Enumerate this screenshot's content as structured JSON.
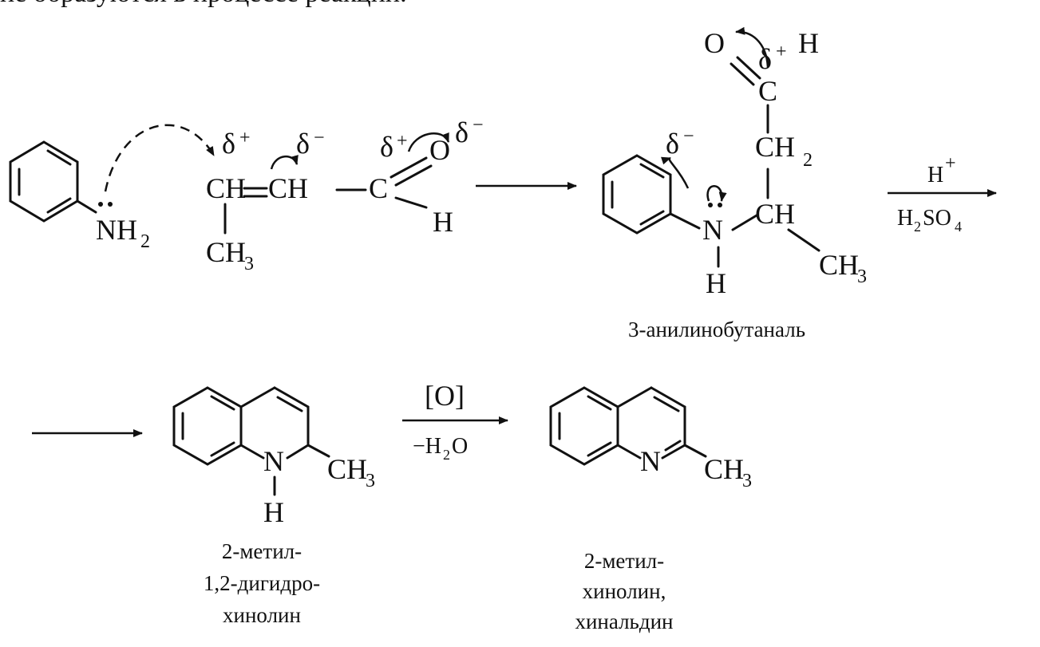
{
  "header_fragment": "не образуются в процессе реакции.",
  "reactant1": {
    "amine": "N",
    "amine_sub": "H",
    "amine_sub_n": "2"
  },
  "reactant2": {
    "c1": "CH",
    "c2": "CH",
    "c3": "C",
    "o": "O",
    "h": "H",
    "ch3": "CH",
    "ch3_sub": "3",
    "delta": "δ",
    "plus": "+",
    "minus": "−"
  },
  "intermediate": {
    "o": "O",
    "delta": "δ",
    "plus": "+",
    "minus": "−",
    "h_top": "H",
    "c": "C",
    "ch2": "CH",
    "ch2_sub": "2",
    "n": "N",
    "ch": "CH",
    "ch3": "CH",
    "ch3_sub": "3",
    "nh": "H",
    "name": "3-анилинобутаналь"
  },
  "conditions1": {
    "top": "H",
    "top_sup": "+",
    "bottom": "H",
    "bottom_sub1": "2",
    "bottom_mid": "SO",
    "bottom_sub2": "4"
  },
  "product1": {
    "n": "N",
    "nh": "H",
    "ch3": "CH",
    "ch3_sub": "3",
    "name_lines": [
      "2-метил-",
      "1,2-дигидро-",
      "хинолин"
    ]
  },
  "conditions2": {
    "top": "[O]",
    "bottom": "−H",
    "bottom_sub": "2",
    "bottom_end": "O"
  },
  "product2": {
    "n": "N",
    "ch3": "CH",
    "ch3_sub": "3",
    "name_lines": [
      "2-метил-",
      "хинолин,",
      "хинальдин"
    ]
  }
}
